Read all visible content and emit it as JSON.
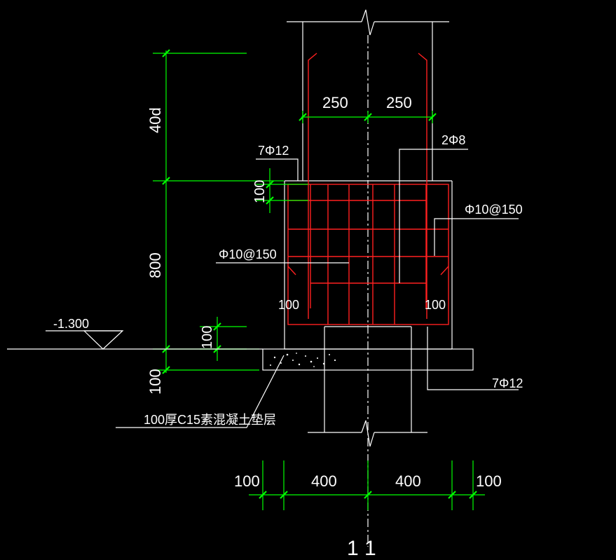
{
  "dims": {
    "d_250_left": "250",
    "d_250_right": "250",
    "d_40d": "40d",
    "d_100_top": "100",
    "d_800": "800",
    "d_100_pad": "100",
    "d_100_bottom": "100",
    "d_100_inner_left": "100",
    "d_100_inner_right": "100",
    "b_100_left": "100",
    "b_400_left": "400",
    "b_400_right": "400",
    "b_100_right": "100"
  },
  "labels": {
    "rebar_7phi12_top": "7Φ12",
    "rebar_2phi8": "2Φ8",
    "stirrup_right": "Φ10@150",
    "stirrup_left": "Φ10@150",
    "rebar_7phi12_bottom": "7Φ12",
    "cushion": "100厚C15素混凝土垫层",
    "elevation": "-1.300",
    "section": "1  1"
  },
  "colors": {
    "background": "#000000",
    "outline": "#ffffff",
    "dimension": "#00ff00",
    "rebar": "#ff2020"
  }
}
